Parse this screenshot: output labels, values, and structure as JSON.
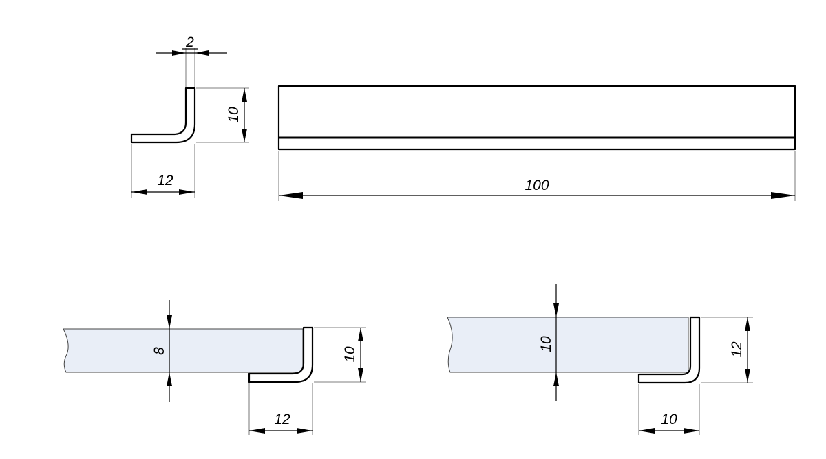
{
  "profile_view": {
    "thickness_label": "2",
    "height_label": "10",
    "width_label": "12"
  },
  "side_view": {
    "length_label": "100"
  },
  "mount_8": {
    "board_thickness_label": "8",
    "profile_height_label": "10",
    "profile_width_label": "12"
  },
  "mount_10": {
    "board_thickness_label": "10",
    "profile_height_label": "12",
    "profile_width_label": "10"
  },
  "colors": {
    "board_fill": "#e9eef7",
    "line": "#000000"
  }
}
